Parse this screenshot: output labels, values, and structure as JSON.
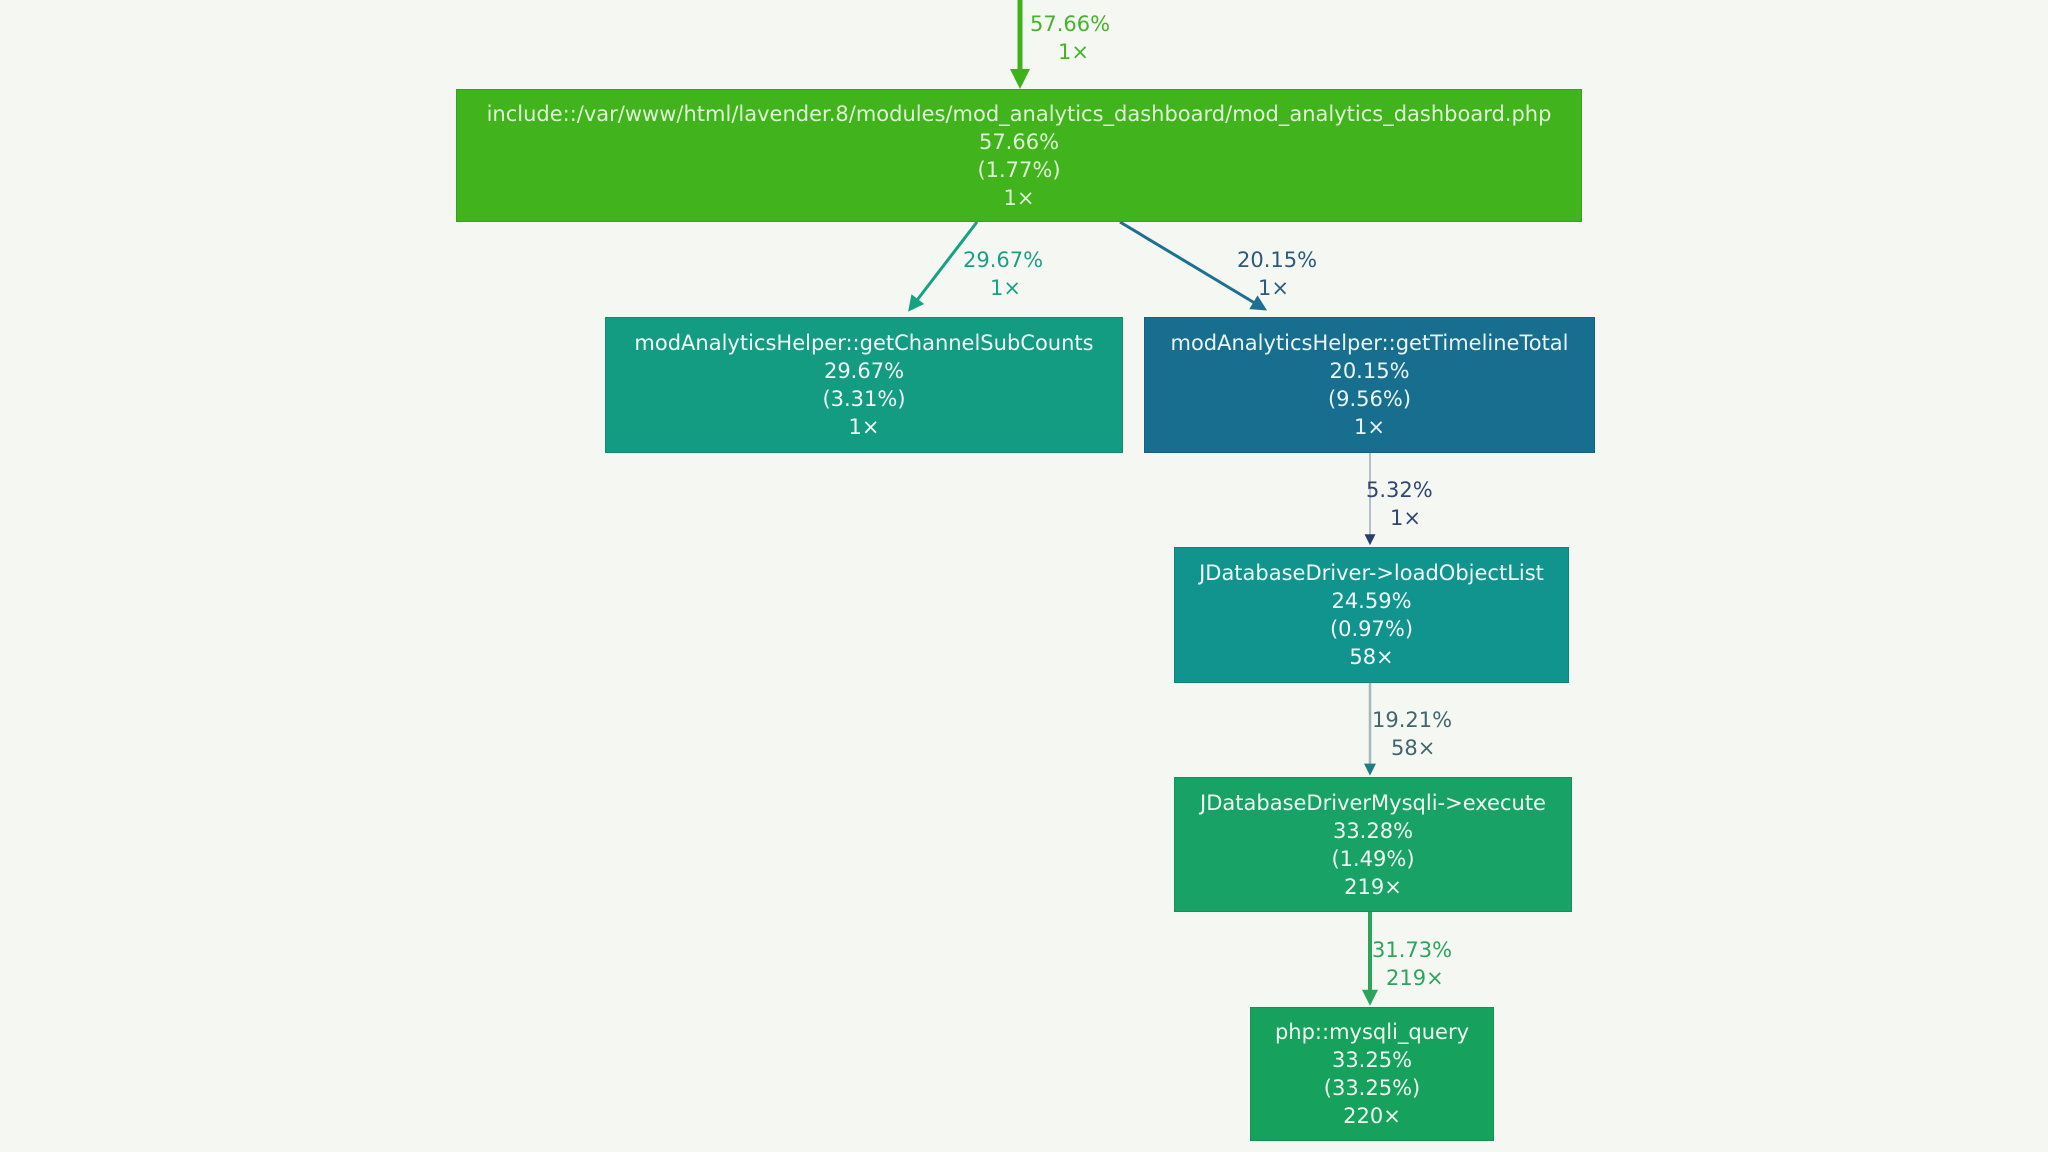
{
  "diagram": {
    "title": "profiler-call-graph",
    "background_color": "#f5f7f3",
    "nodes": [
      {
        "label": "include::/var/www/html/lavender.8/modules/mod_analytics_dashboard/mod_analytics_dashboard.php",
        "total_pct": "57.66%",
        "self_pct": "(1.77%)",
        "calls": "1×",
        "fill_color": "#41b41d",
        "text_color": "#dff3d5"
      },
      {
        "label": "modAnalyticsHelper::getChannelSubCounts",
        "total_pct": "29.67%",
        "self_pct": "(3.31%)",
        "calls": "1×",
        "fill_color": "#139c82",
        "text_color": "#f0faf7"
      },
      {
        "label": "modAnalyticsHelper::getTimelineTotal",
        "total_pct": "20.15%",
        "self_pct": "(9.56%)",
        "calls": "1×",
        "fill_color": "#176e8e",
        "text_color": "#e8f4f6"
      },
      {
        "label": "JDatabaseDriver->loadObjectList",
        "total_pct": "24.59%",
        "self_pct": "(0.97%)",
        "calls": "58×",
        "fill_color": "#12948e",
        "text_color": "#effaf8"
      },
      {
        "label": "JDatabaseDriverMysqli->execute",
        "total_pct": "33.28%",
        "self_pct": "(1.49%)",
        "calls": "219×",
        "fill_color": "#18a266",
        "text_color": "#effaf3"
      },
      {
        "label": "php::mysqli_query",
        "total_pct": "33.25%",
        "self_pct": "(33.25%)",
        "calls": "220×",
        "fill_color": "#16a25c",
        "text_color": "#effaf3"
      }
    ],
    "edges": [
      {
        "pct": "57.66%",
        "calls": "1×",
        "line_color": "#3cb31b",
        "head_color": "#3cb31b",
        "label_color": "#46b32a"
      },
      {
        "pct": "29.67%",
        "calls": "1×",
        "line_color": "#17a183",
        "head_color": "#17a183",
        "label_color": "#1ca085"
      },
      {
        "pct": "20.15%",
        "calls": "1×",
        "line_color": "#1e7090",
        "head_color": "#1e7090",
        "label_color": "#2d5a77"
      },
      {
        "pct": "5.32%",
        "calls": "1×",
        "line_color": "#b6c0ca",
        "head_color": "#27406b",
        "label_color": "#32466f"
      },
      {
        "pct": "19.21%",
        "calls": "58×",
        "line_color": "#a3b8bb",
        "head_color": "#1b7f81",
        "label_color": "#41666d"
      },
      {
        "pct": "31.73%",
        "calls": "219×",
        "line_color": "#2da45d",
        "head_color": "#2da45d",
        "label_color": "#2da45d"
      }
    ]
  }
}
